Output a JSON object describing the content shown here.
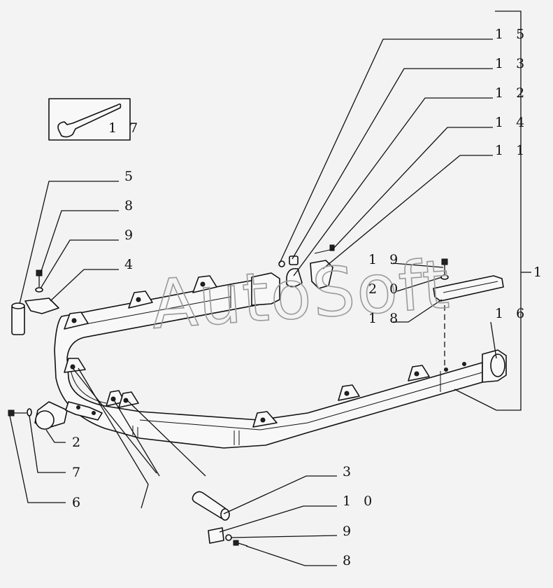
{
  "watermark": "AutoSoft",
  "callouts": [
    {
      "id": "c15",
      "text": "1 5"
    },
    {
      "id": "c13",
      "text": "1 3"
    },
    {
      "id": "c12",
      "text": "1 2"
    },
    {
      "id": "c14",
      "text": "1 4"
    },
    {
      "id": "c11",
      "text": "1 1"
    },
    {
      "id": "c17",
      "text": "1 7"
    },
    {
      "id": "c5",
      "text": "5"
    },
    {
      "id": "c8a",
      "text": "8"
    },
    {
      "id": "c9a",
      "text": "9"
    },
    {
      "id": "c4",
      "text": "4"
    },
    {
      "id": "c19",
      "text": "1 9"
    },
    {
      "id": "c20",
      "text": "2 0"
    },
    {
      "id": "c18",
      "text": "1 8"
    },
    {
      "id": "c16",
      "text": "1 6"
    },
    {
      "id": "c1",
      "text": "1"
    },
    {
      "id": "c2",
      "text": "2"
    },
    {
      "id": "c7",
      "text": "7"
    },
    {
      "id": "c6",
      "text": "6"
    },
    {
      "id": "c3",
      "text": "3"
    },
    {
      "id": "c10",
      "text": "1 0"
    },
    {
      "id": "c9b",
      "text": "9"
    },
    {
      "id": "c8b",
      "text": "8"
    }
  ]
}
